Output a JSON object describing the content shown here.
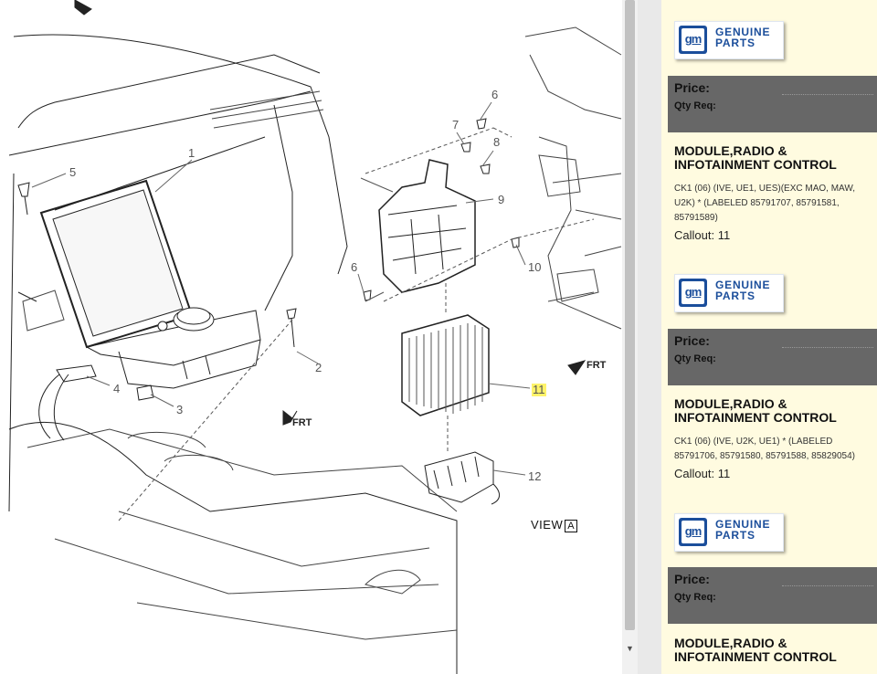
{
  "diagram": {
    "callouts": [
      "1",
      "2",
      "3",
      "4",
      "5",
      "6",
      "7",
      "8",
      "9",
      "10",
      "11",
      "12",
      "6"
    ],
    "highlighted_callout": "11",
    "view_label": "VIEW",
    "view_letter": "A",
    "frt_left": "FRT",
    "frt_right": "FRT"
  },
  "brand": {
    "line1": "GENUINE",
    "line2": "PARTS",
    "mark": "gm"
  },
  "parts": [
    {
      "price_label": "Price:",
      "qty_label": "Qty Req:",
      "title": "MODULE,RADIO & INFOTAINMENT CONTROL",
      "description": "CK1 (06) (IVE, UE1, UES)(EXC MAO, MAW, U2K) * (LABELED 85791707, 85791581, 85791589)",
      "callout": "Callout: 11"
    },
    {
      "price_label": "Price:",
      "qty_label": "Qty Req:",
      "title": "MODULE,RADIO & INFOTAINMENT CONTROL",
      "description": "CK1 (06) (IVE, U2K, UE1) * (LABELED 85791706, 85791580, 85791588, 85829054)",
      "callout": "Callout: 11"
    },
    {
      "price_label": "Price:",
      "qty_label": "Qty Req:",
      "title": "MODULE,RADIO & INFOTAINMENT CONTROL"
    }
  ],
  "colors": {
    "brand_blue": "#1b4e9b",
    "panel_bg": "#fffbe0",
    "price_bar": "#676767",
    "highlight": "#fff36a"
  }
}
